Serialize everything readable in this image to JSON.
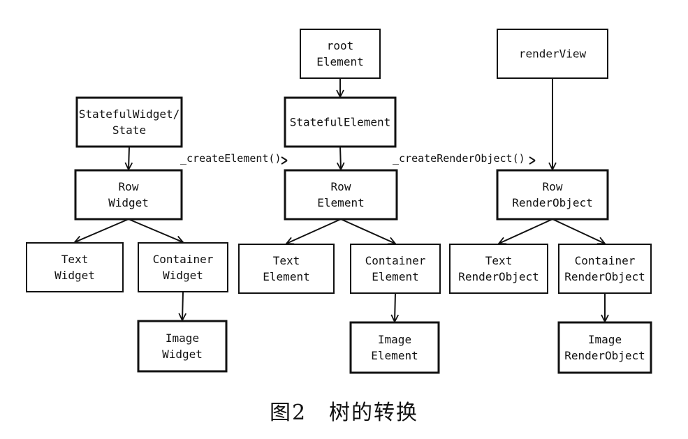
{
  "diagram": {
    "nodes": {
      "stateful_widget": [
        "StatefulWidget/",
        "State"
      ],
      "row_widget": [
        "Row",
        "Widget"
      ],
      "text_widget": [
        "Text",
        "Widget"
      ],
      "container_widget": [
        "Container",
        "Widget"
      ],
      "image_widget": [
        "Image",
        "Widget"
      ],
      "root_element": [
        "root",
        "Element"
      ],
      "stateful_element": [
        "StatefulElement"
      ],
      "row_element": [
        "Row",
        "Element"
      ],
      "text_element": [
        "Text",
        "Element"
      ],
      "container_element": [
        "Container",
        "Element"
      ],
      "image_element": [
        "Image",
        "Element"
      ],
      "render_view": [
        "renderView"
      ],
      "row_render_object": [
        "Row",
        "RenderObject"
      ],
      "text_render_object": [
        "Text",
        "RenderObject"
      ],
      "container_render_object": [
        "Container",
        "RenderObject"
      ],
      "image_render_object": [
        "Image",
        "RenderObject"
      ]
    },
    "edges": [
      [
        "stateful_widget",
        "row_widget"
      ],
      [
        "row_widget",
        "text_widget"
      ],
      [
        "row_widget",
        "container_widget"
      ],
      [
        "container_widget",
        "image_widget"
      ],
      [
        "root_element",
        "stateful_element"
      ],
      [
        "stateful_element",
        "row_element"
      ],
      [
        "row_element",
        "text_element"
      ],
      [
        "row_element",
        "container_element"
      ],
      [
        "container_element",
        "image_element"
      ],
      [
        "render_view",
        "row_render_object"
      ],
      [
        "row_render_object",
        "text_render_object"
      ],
      [
        "row_render_object",
        "container_render_object"
      ],
      [
        "container_render_object",
        "image_render_object"
      ]
    ],
    "methods": {
      "create_element": "_createElement()",
      "create_render_object": "_createRenderObject()"
    },
    "caption": "图2　树的转换"
  }
}
